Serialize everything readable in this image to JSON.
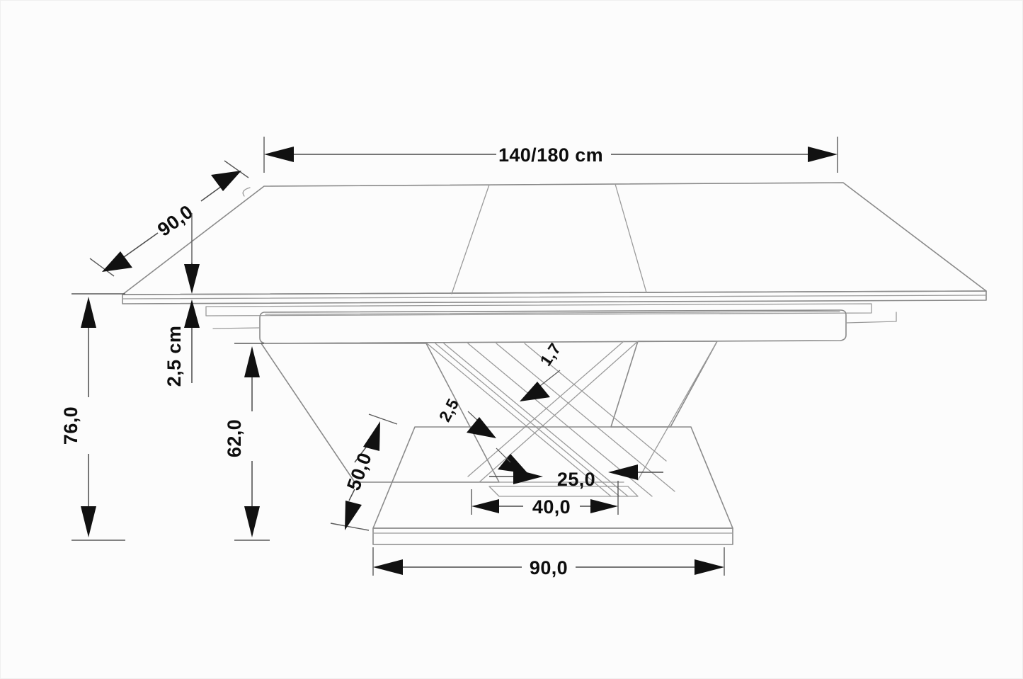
{
  "drawing": {
    "title": "Extendable dining table dimensioned technical drawing",
    "subject": "extendable-dining-table",
    "projection": "isometric-perspective",
    "background_color": "#fcfcfc",
    "line_color": "#8a8a8a",
    "dimension_color": "#111111",
    "unit_note": "cm"
  },
  "dimensions": {
    "top_width": {
      "label": "140/180 cm",
      "name": "tabletop-width",
      "orientation": "horizontal",
      "position": "top"
    },
    "top_depth": {
      "label": "90,0",
      "name": "tabletop-depth",
      "orientation": "diagonal",
      "position": "top-left"
    },
    "top_thickness": {
      "label": "2,5 cm",
      "name": "tabletop-thickness",
      "orientation": "vertical-rotated",
      "position": "left-upper"
    },
    "total_height": {
      "label": "76,0",
      "name": "total-height",
      "orientation": "vertical-rotated",
      "position": "far-left"
    },
    "clearance_height": {
      "label": "62,0",
      "name": "under-top-clearance-height",
      "orientation": "vertical-rotated",
      "position": "left-inner"
    },
    "base_plate_depth": {
      "label": "50,0",
      "name": "base-plate-depth",
      "orientation": "diagonal",
      "position": "lower-left"
    },
    "base_plate_width": {
      "label": "90,0",
      "name": "base-plate-width",
      "orientation": "horizontal",
      "position": "bottom"
    },
    "base_column_width": {
      "label": "40,0",
      "name": "base-column-width",
      "orientation": "horizontal",
      "position": "bottom-inner"
    },
    "strut_span": {
      "label": "25,0",
      "name": "strut-span",
      "orientation": "horizontal",
      "position": "base-center"
    },
    "strut_thickness_a": {
      "label": "1,7",
      "name": "strut-thickness-upper",
      "orientation": "diagonal",
      "position": "base-x-upper"
    },
    "strut_thickness_b": {
      "label": "2,5",
      "name": "strut-thickness-lower",
      "orientation": "diagonal",
      "position": "base-x-lower"
    }
  }
}
